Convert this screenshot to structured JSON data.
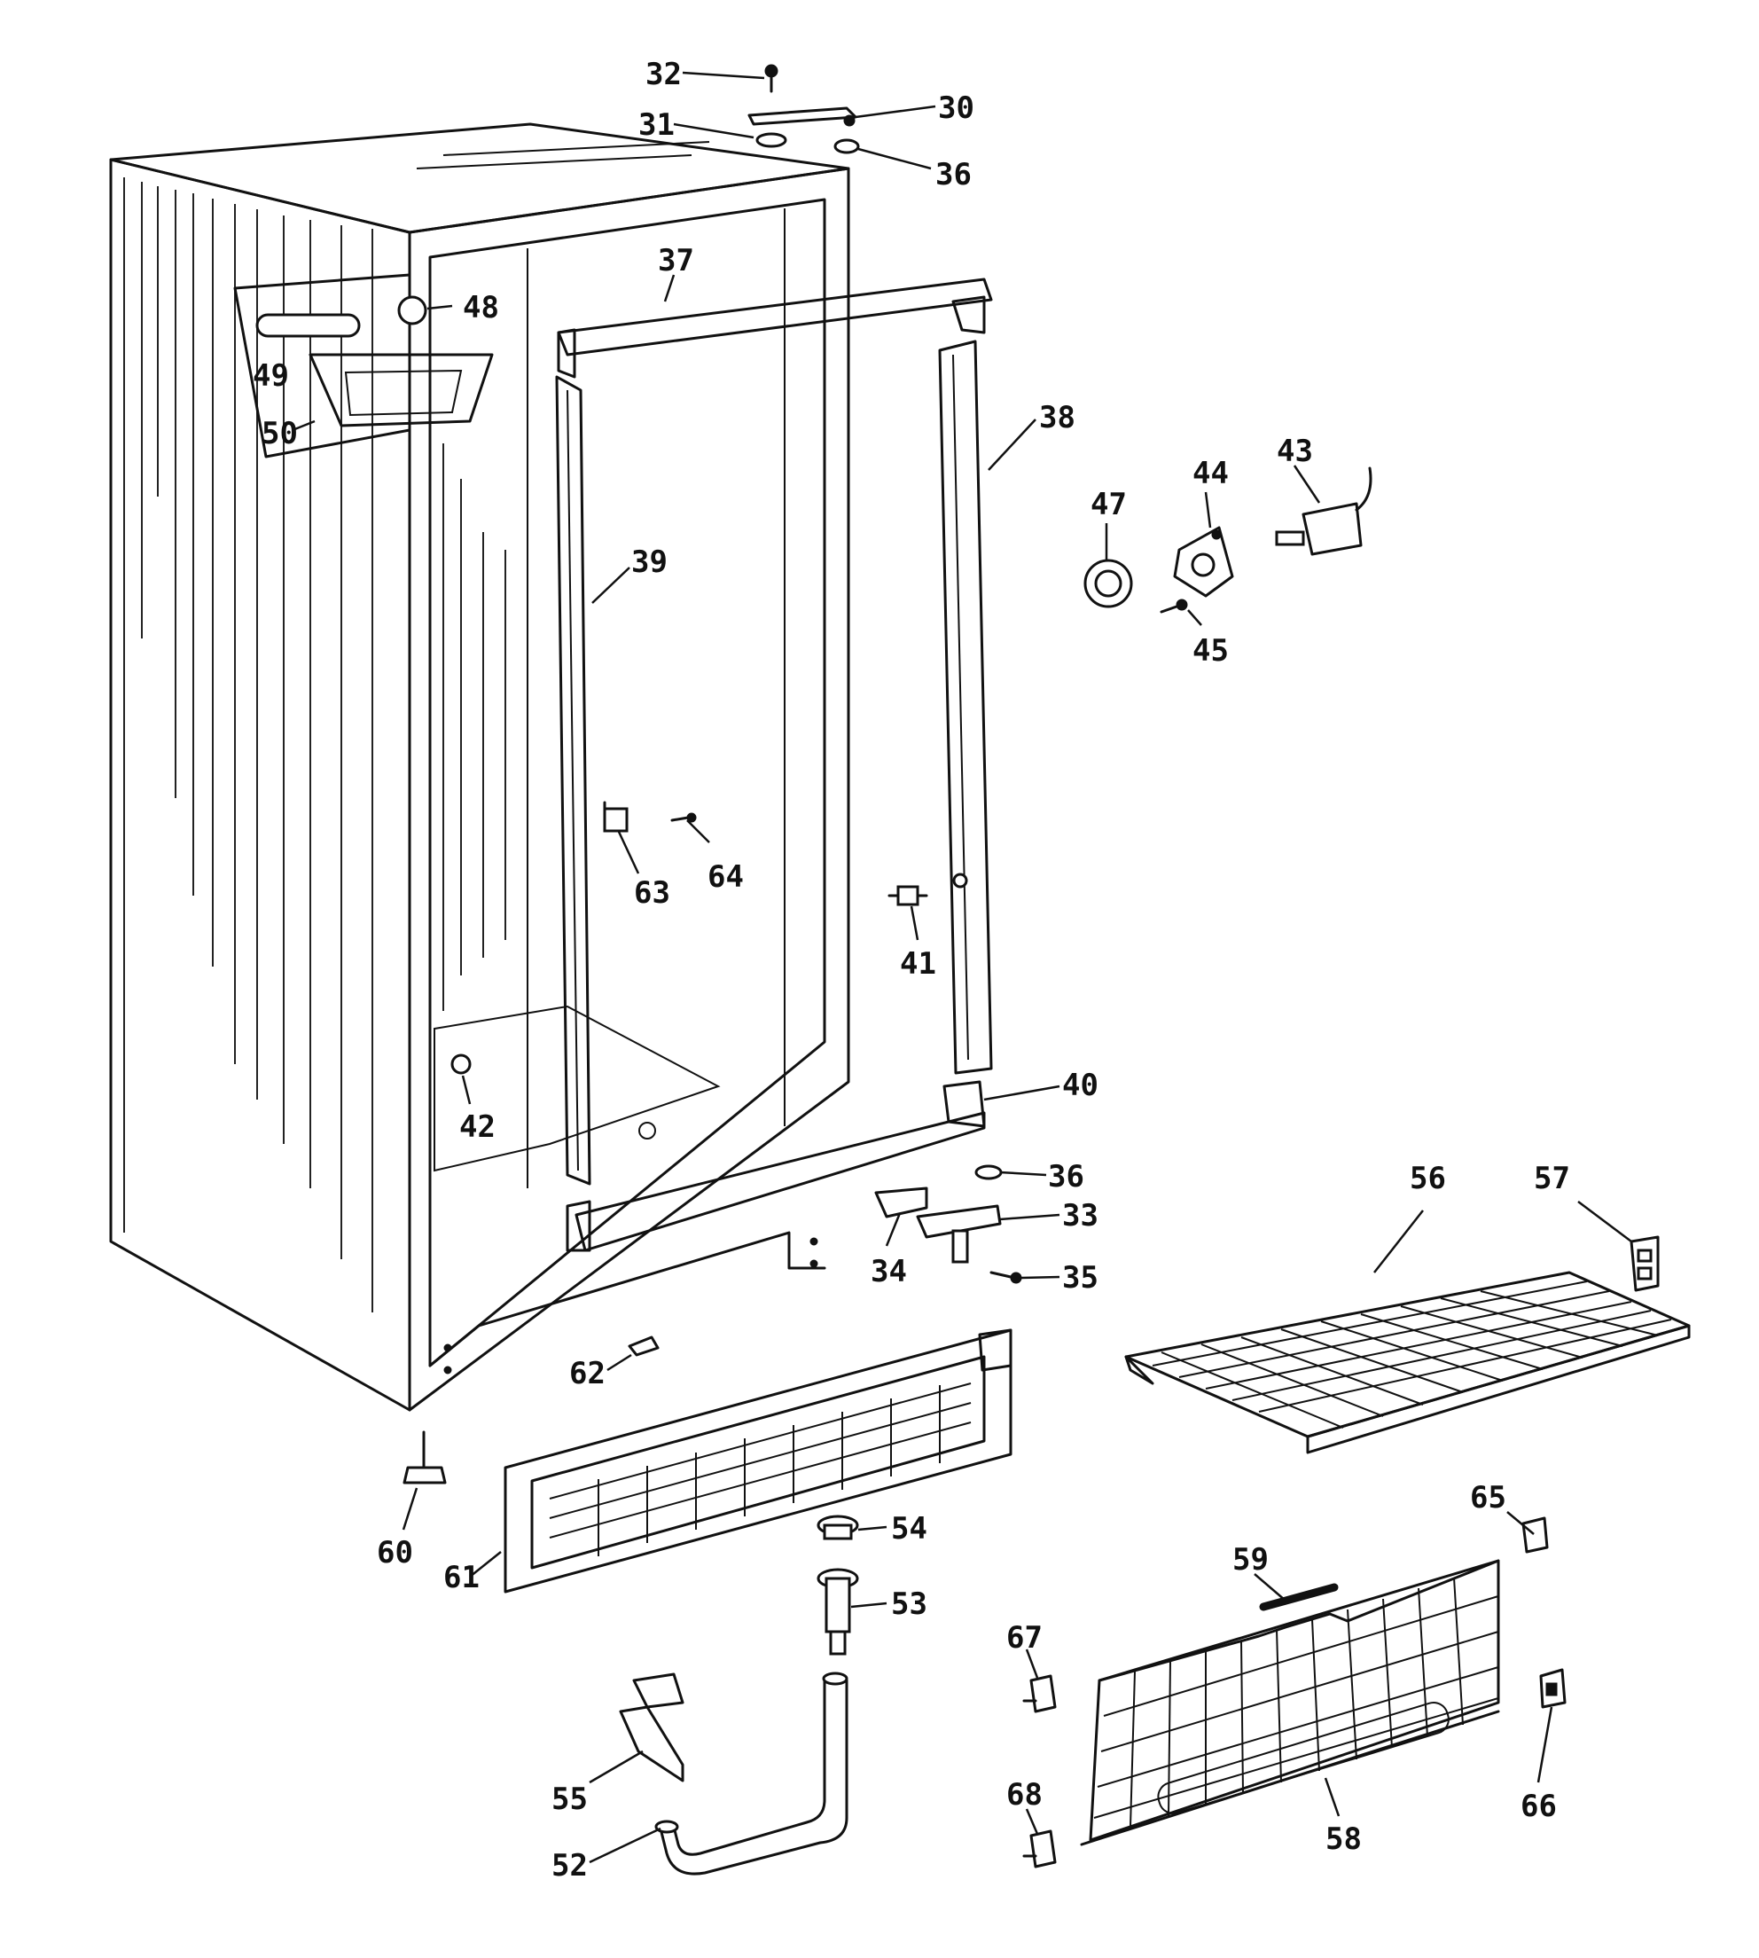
{
  "callouts": [
    {
      "id": "30",
      "label": "30"
    },
    {
      "id": "31",
      "label": "31"
    },
    {
      "id": "32",
      "label": "32"
    },
    {
      "id": "33",
      "label": "33"
    },
    {
      "id": "34",
      "label": "34"
    },
    {
      "id": "35",
      "label": "35"
    },
    {
      "id": "36a",
      "label": "36"
    },
    {
      "id": "36b",
      "label": "36"
    },
    {
      "id": "37",
      "label": "37"
    },
    {
      "id": "38",
      "label": "38"
    },
    {
      "id": "39",
      "label": "39"
    },
    {
      "id": "40",
      "label": "40"
    },
    {
      "id": "41",
      "label": "41"
    },
    {
      "id": "42",
      "label": "42"
    },
    {
      "id": "43",
      "label": "43"
    },
    {
      "id": "44",
      "label": "44"
    },
    {
      "id": "45",
      "label": "45"
    },
    {
      "id": "47",
      "label": "47"
    },
    {
      "id": "48",
      "label": "48"
    },
    {
      "id": "49",
      "label": "49"
    },
    {
      "id": "50",
      "label": "50"
    },
    {
      "id": "52",
      "label": "52"
    },
    {
      "id": "53",
      "label": "53"
    },
    {
      "id": "54",
      "label": "54"
    },
    {
      "id": "55",
      "label": "55"
    },
    {
      "id": "56",
      "label": "56"
    },
    {
      "id": "57",
      "label": "57"
    },
    {
      "id": "58",
      "label": "58"
    },
    {
      "id": "59",
      "label": "59"
    },
    {
      "id": "60",
      "label": "60"
    },
    {
      "id": "61",
      "label": "61"
    },
    {
      "id": "62",
      "label": "62"
    },
    {
      "id": "63",
      "label": "63"
    },
    {
      "id": "64",
      "label": "64"
    },
    {
      "id": "65",
      "label": "65"
    },
    {
      "id": "66",
      "label": "66"
    },
    {
      "id": "67",
      "label": "67"
    },
    {
      "id": "68",
      "label": "68"
    }
  ]
}
